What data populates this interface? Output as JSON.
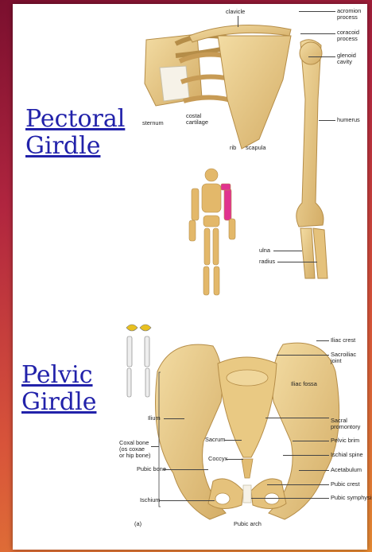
{
  "headings": {
    "pectoral": [
      "Pectoral",
      "Girdle"
    ],
    "pelvic": [
      "Pelvic",
      "Girdle"
    ]
  },
  "pectoral_labels": {
    "clavicle": "clavicle",
    "acromion": [
      "acromion",
      "process"
    ],
    "coracoid": [
      "coracoid",
      "process"
    ],
    "glenoid": [
      "glenoid",
      "cavity"
    ],
    "sternum": "sternum",
    "costal": [
      "costal",
      "cartilage"
    ],
    "rib": "rib",
    "scapula": "scapula",
    "humerus": "humerus",
    "ulna": "ulna",
    "radius": "radius"
  },
  "pelvic_labels": {
    "iliac_crest": "Iliac crest",
    "sacroiliac": [
      "Sacroiliac",
      "joint"
    ],
    "iliac_fossa": "Iliac fossa",
    "ilium": "Ilium",
    "sacral_promontory": [
      "Sacral",
      "promontory"
    ],
    "pelvic_brim": "Pelvic brim",
    "ischial_spine": "Ischial spine",
    "acetabulum": "Acetabulum",
    "pubic_crest": "Pubic crest",
    "pubic_symphysis": "Pubic symphysis",
    "sacrum": "Sacrum",
    "coccyx": "Coccyx",
    "coxal_bone": [
      "Coxal bone",
      "(os coxae",
      "or hip bone)"
    ],
    "pubic_bone": "Pubic bone",
    "ischium": "Ischium",
    "pubic_arch": "Pubic arch",
    "panel": "(a)"
  },
  "colors": {
    "bone": "#e8c885",
    "bone_dark": "#c9a25a",
    "cartilage": "#f2efe6",
    "highlight": "#e0338f",
    "heading": "#2222aa"
  }
}
